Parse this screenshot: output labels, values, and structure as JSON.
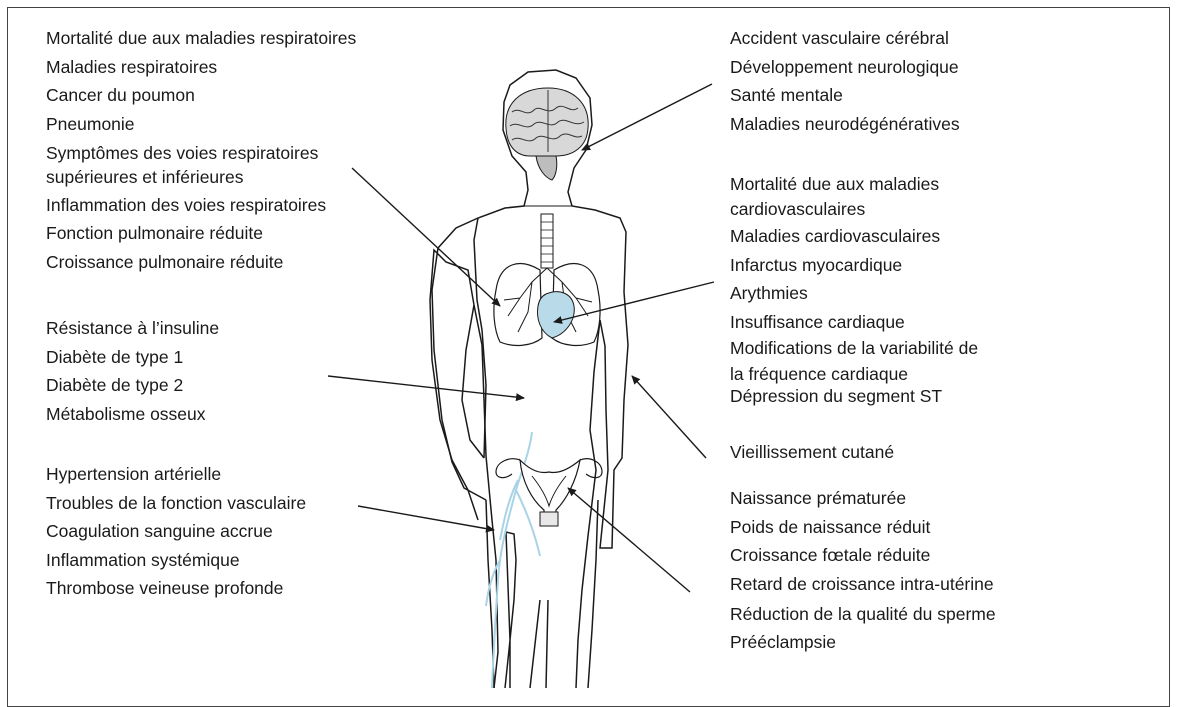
{
  "colors": {
    "outline": "#1a1a1a",
    "organ_fill": "#b9dbe9",
    "vessel": "#a9d3e6",
    "frame": "#444444"
  },
  "groups": {
    "respiratory": [
      "Mortalité due aux maladies respiratoires",
      "Maladies respiratoires",
      "Cancer du poumon",
      "Pneumonie",
      "Symptômes des voies respiratoires",
      "supérieures et inférieures",
      "Inflammation des voies respiratoires",
      "Fonction pulmonaire réduite",
      "Croissance pulmonaire réduite"
    ],
    "metabolic": [
      "Résistance à l’insuline",
      "Diabète de type 1",
      "Diabète de type 2",
      "Métabolisme osseux"
    ],
    "vascular": [
      "Hypertension artérielle",
      "Troubles de la fonction vasculaire",
      "Coagulation sanguine accrue",
      "Inflammation systémique",
      "Thrombose veineuse profonde"
    ],
    "brain": [
      "Accident vasculaire cérébral",
      "Développement neurologique",
      "Santé mentale",
      "Maladies neurodégénératives"
    ],
    "cardio": [
      "Mortalité due aux maladies",
      "cardiovasculaires",
      "Maladies cardiovasculaires",
      "Infarctus myocardique",
      "Arythmies",
      "Insuffisance cardiaque",
      "Modifications de la variabilité de",
      "la fréquence cardiaque",
      "Dépression du segment ST"
    ],
    "skin": [
      "Vieillissement cutané"
    ],
    "reproductive": [
      "Naissance prématurée",
      "Poids de naissance réduit",
      "Croissance fœtale réduite",
      "Retard de croissance intra-utérine",
      "Réduction de la qualité du sperme",
      "Prééclampsie"
    ]
  }
}
